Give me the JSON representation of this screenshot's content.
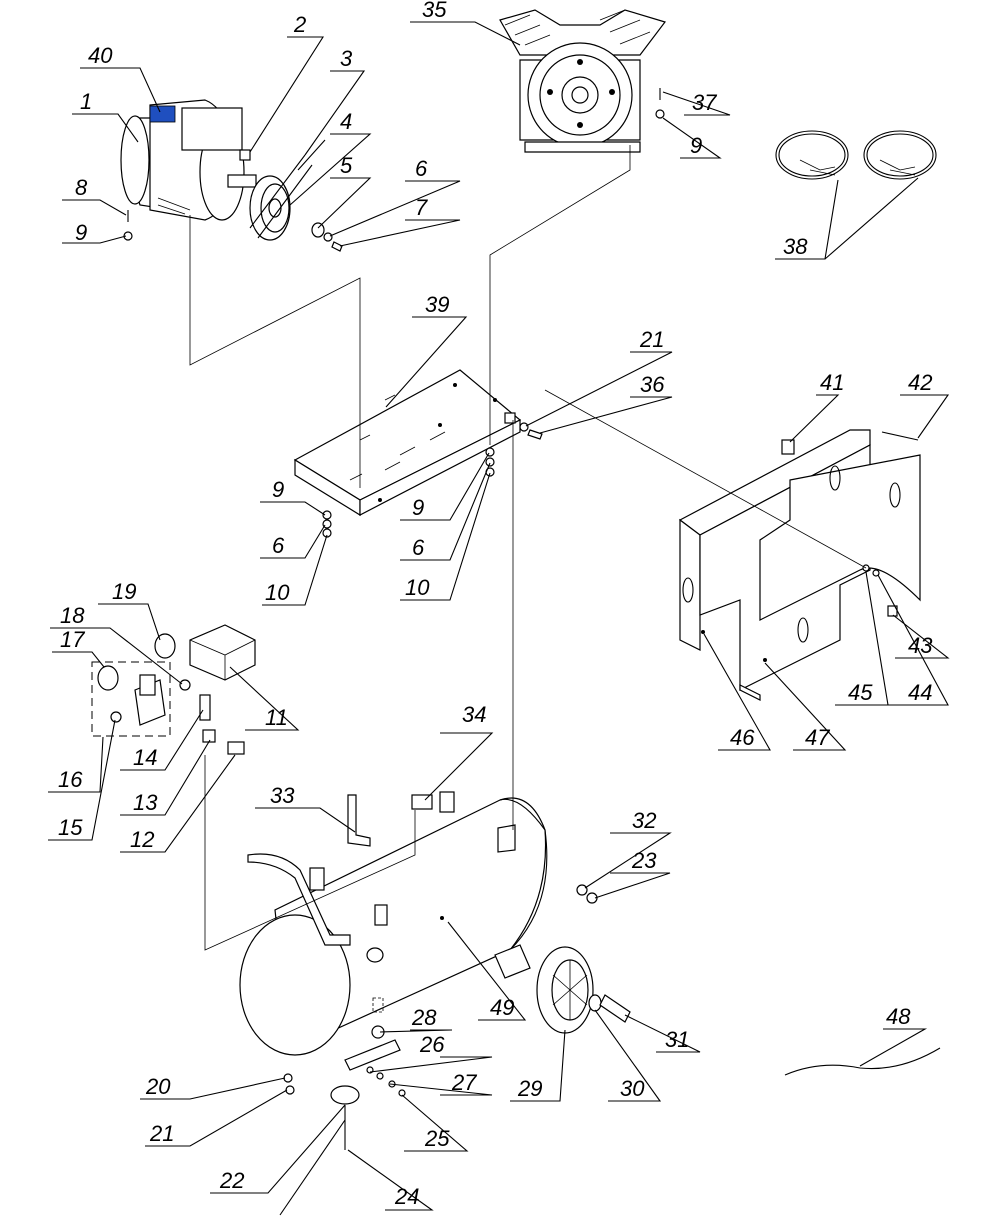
{
  "callouts": [
    {
      "id": "c1",
      "label": "1"
    },
    {
      "id": "c2",
      "label": "2"
    },
    {
      "id": "c3",
      "label": "3"
    },
    {
      "id": "c4",
      "label": "4"
    },
    {
      "id": "c5",
      "label": "5"
    },
    {
      "id": "c6a",
      "label": "6"
    },
    {
      "id": "c7",
      "label": "7"
    },
    {
      "id": "c8",
      "label": "8"
    },
    {
      "id": "c9a",
      "label": "9"
    },
    {
      "id": "c9b",
      "label": "9"
    },
    {
      "id": "c9c",
      "label": "9"
    },
    {
      "id": "c9d",
      "label": "9"
    },
    {
      "id": "c6b",
      "label": "6"
    },
    {
      "id": "c6c",
      "label": "6"
    },
    {
      "id": "c10a",
      "label": "10"
    },
    {
      "id": "c10b",
      "label": "10"
    },
    {
      "id": "c11",
      "label": "11"
    },
    {
      "id": "c12",
      "label": "12"
    },
    {
      "id": "c13",
      "label": "13"
    },
    {
      "id": "c14",
      "label": "14"
    },
    {
      "id": "c15",
      "label": "15"
    },
    {
      "id": "c16",
      "label": "16"
    },
    {
      "id": "c17",
      "label": "17"
    },
    {
      "id": "c18",
      "label": "18"
    },
    {
      "id": "c19",
      "label": "19"
    },
    {
      "id": "c20",
      "label": "20"
    },
    {
      "id": "c21a",
      "label": "21"
    },
    {
      "id": "c21b",
      "label": "21"
    },
    {
      "id": "c22",
      "label": "22"
    },
    {
      "id": "c23",
      "label": "23"
    },
    {
      "id": "c24",
      "label": "24"
    },
    {
      "id": "c25",
      "label": "25"
    },
    {
      "id": "c26",
      "label": "26"
    },
    {
      "id": "c27",
      "label": "27"
    },
    {
      "id": "c28",
      "label": "28"
    },
    {
      "id": "c29",
      "label": "29"
    },
    {
      "id": "c30",
      "label": "30"
    },
    {
      "id": "c31",
      "label": "31"
    },
    {
      "id": "c32",
      "label": "32"
    },
    {
      "id": "c33",
      "label": "33"
    },
    {
      "id": "c34",
      "label": "34"
    },
    {
      "id": "c35",
      "label": "35"
    },
    {
      "id": "c36",
      "label": "36"
    },
    {
      "id": "c37",
      "label": "37"
    },
    {
      "id": "c38",
      "label": "38"
    },
    {
      "id": "c39",
      "label": "39"
    },
    {
      "id": "c40",
      "label": "40"
    },
    {
      "id": "c41",
      "label": "41"
    },
    {
      "id": "c42",
      "label": "42"
    },
    {
      "id": "c43",
      "label": "43"
    },
    {
      "id": "c44",
      "label": "44"
    },
    {
      "id": "c45",
      "label": "45"
    },
    {
      "id": "c46",
      "label": "46"
    },
    {
      "id": "c47",
      "label": "47"
    },
    {
      "id": "c48",
      "label": "48"
    },
    {
      "id": "c49",
      "label": "49"
    }
  ]
}
